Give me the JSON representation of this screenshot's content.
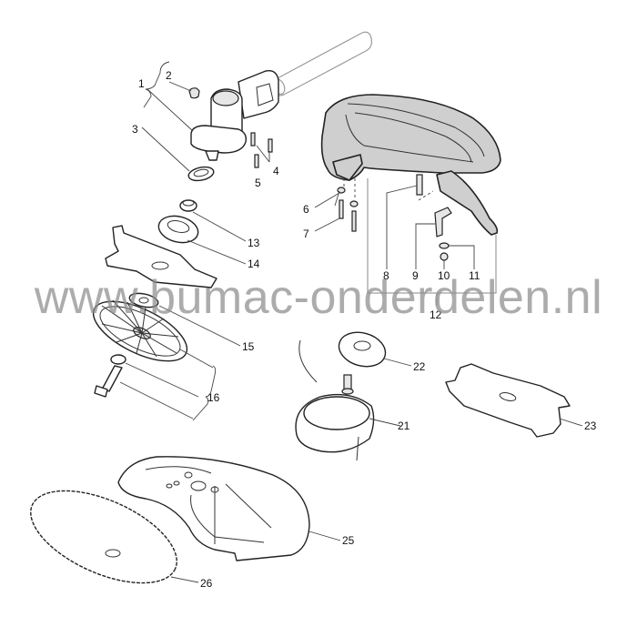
{
  "watermark": "www.bumac-onderdelen.nl",
  "colors": {
    "background": "#ffffff",
    "line": "#222222",
    "guard_fill": "#cfcfcf",
    "watermark": "#8c8c8c"
  },
  "parts": [
    {
      "id": "1",
      "label": "1",
      "description": "gearbox / angle drive head"
    },
    {
      "id": "2",
      "label": "2",
      "description": "grease plug"
    },
    {
      "id": "3",
      "label": "3",
      "description": "seal ring"
    },
    {
      "id": "4",
      "label": "4",
      "description": "screws (pair)"
    },
    {
      "id": "5",
      "label": "5",
      "description": "screw"
    },
    {
      "id": "6",
      "label": "6",
      "description": "washer"
    },
    {
      "id": "7",
      "label": "7",
      "description": "screw"
    },
    {
      "id": "8",
      "label": "8",
      "description": "bolt"
    },
    {
      "id": "9",
      "label": "9",
      "description": "bracket"
    },
    {
      "id": "10",
      "label": "10",
      "description": "nut"
    },
    {
      "id": "11",
      "label": "11",
      "description": "washer"
    },
    {
      "id": "12",
      "label": "12",
      "description": "guard assembly"
    },
    {
      "id": "13",
      "label": "13",
      "description": "bushing"
    },
    {
      "id": "14",
      "label": "14",
      "description": "flange"
    },
    {
      "id": "15",
      "label": "15",
      "description": "cup washer"
    },
    {
      "id": "16",
      "label": "16",
      "description": "blade fixing kit"
    },
    {
      "id": "21",
      "label": "21",
      "description": "trimmer head"
    },
    {
      "id": "22",
      "label": "22",
      "description": "cover disc"
    },
    {
      "id": "23",
      "label": "23",
      "description": "4-tooth blade"
    },
    {
      "id": "25",
      "label": "25",
      "description": "blade guard"
    },
    {
      "id": "26",
      "label": "26",
      "description": "saw blade"
    }
  ]
}
